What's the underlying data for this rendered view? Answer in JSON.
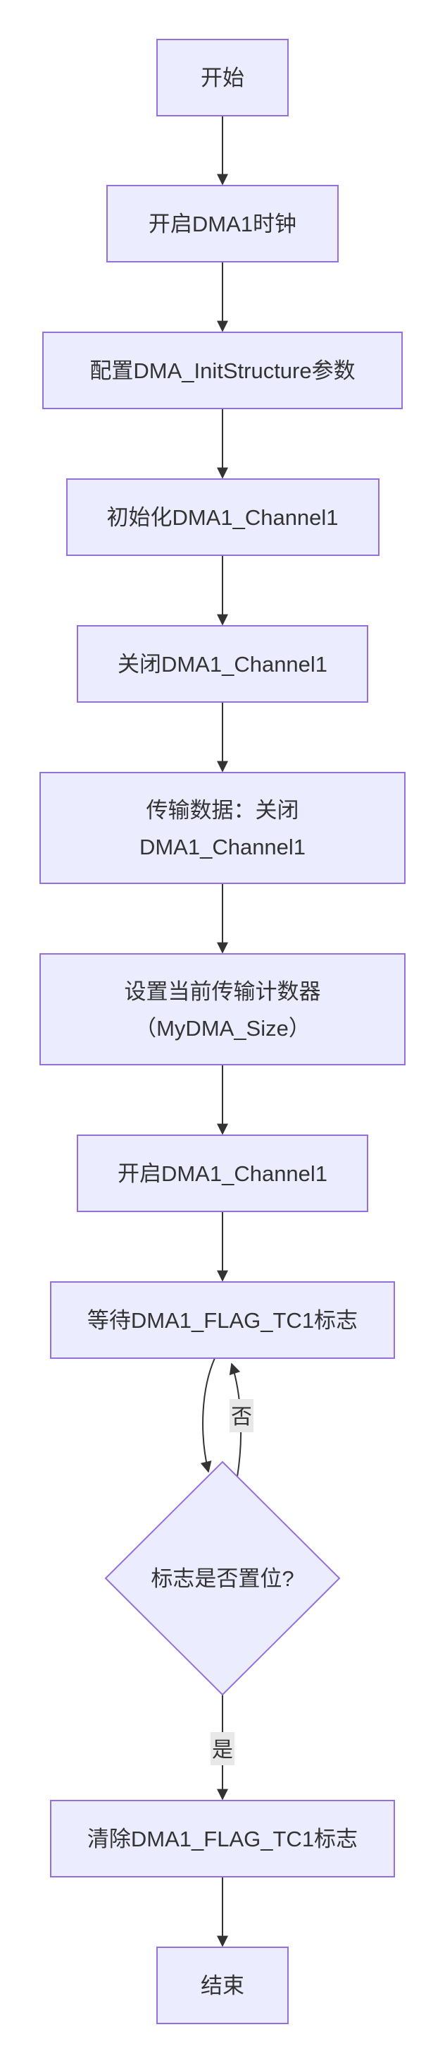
{
  "diagram": {
    "type": "flowchart",
    "direction": "top-to-bottom",
    "colors": {
      "node_fill": "#ECECFF",
      "node_border": "#9370DB",
      "node_text": "#333333",
      "edge_stroke": "#333333",
      "edge_label_background": "#e8e8e8",
      "canvas_background": "#ffffff"
    },
    "nodes": [
      {
        "id": "start",
        "shape": "rectangle",
        "lines": [
          "开始"
        ]
      },
      {
        "id": "enable-dma1-clock",
        "shape": "rectangle",
        "lines": [
          "开启DMA1时钟"
        ]
      },
      {
        "id": "configure-init-structure",
        "shape": "rectangle",
        "lines": [
          "配置DMA_InitStructure参数"
        ]
      },
      {
        "id": "init-dma1-channel1",
        "shape": "rectangle",
        "lines": [
          "初始化DMA1_Channel1"
        ]
      },
      {
        "id": "disable-dma1-channel1",
        "shape": "rectangle",
        "lines": [
          "关闭DMA1_Channel1"
        ]
      },
      {
        "id": "transfer-data-disable",
        "shape": "rectangle",
        "lines": [
          "传输数据：关闭",
          "DMA1_Channel1"
        ]
      },
      {
        "id": "set-transfer-counter",
        "shape": "rectangle",
        "lines": [
          "设置当前传输计数器",
          "（MyDMA_Size）"
        ]
      },
      {
        "id": "enable-dma1-channel1",
        "shape": "rectangle",
        "lines": [
          "开启DMA1_Channel1"
        ]
      },
      {
        "id": "wait-tc1-flag",
        "shape": "rectangle",
        "lines": [
          "等待DMA1_FLAG_TC1标志"
        ]
      },
      {
        "id": "flag-set-decision",
        "shape": "diamond",
        "lines": [
          "标志是否置位?"
        ]
      },
      {
        "id": "clear-tc1-flag",
        "shape": "rectangle",
        "lines": [
          "清除DMA1_FLAG_TC1标志"
        ]
      },
      {
        "id": "end",
        "shape": "rectangle",
        "lines": [
          "结束"
        ]
      }
    ],
    "edge_labels": {
      "no_label": "否",
      "yes_label": "是"
    }
  }
}
